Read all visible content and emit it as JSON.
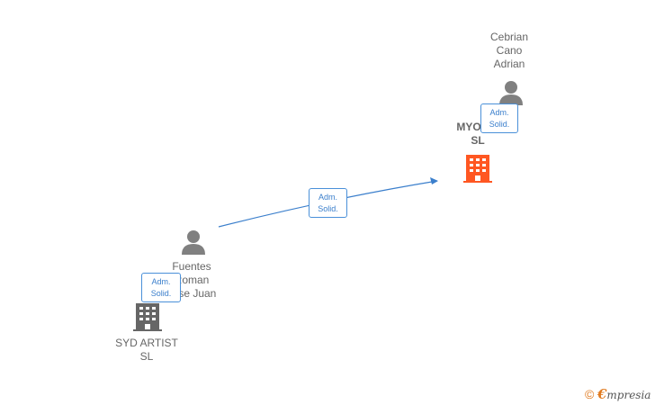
{
  "nodes": {
    "person_cebrian": {
      "name_lines": [
        "Cebrian",
        "Cano",
        "Adrian"
      ]
    },
    "company_myown": {
      "name_lines": [
        "MYOWN",
        "SL"
      ],
      "color": "#ff5722"
    },
    "person_fuentes": {
      "name_lines": [
        "Fuentes",
        "Roman",
        "Jose Juan"
      ]
    },
    "company_syd": {
      "name_lines": [
        "SYD ARTIST",
        "SL"
      ],
      "color": "#666666"
    }
  },
  "edges": [
    {
      "from": "person_cebrian",
      "to": "company_myown",
      "label_lines": [
        "Adm.",
        "Solid."
      ]
    },
    {
      "from": "person_fuentes",
      "to": "company_myown",
      "label_lines": [
        "Adm.",
        "Solid."
      ]
    },
    {
      "from": "person_fuentes",
      "to": "company_syd",
      "label_lines": [
        "Adm.",
        "Solid."
      ]
    }
  ],
  "colors": {
    "edge": "#3b7fcc",
    "person_icon": "#808080",
    "text": "#666666"
  },
  "watermark": {
    "copyright_symbol": "©",
    "brand_initial": "€",
    "brand_rest": "mpresia"
  }
}
